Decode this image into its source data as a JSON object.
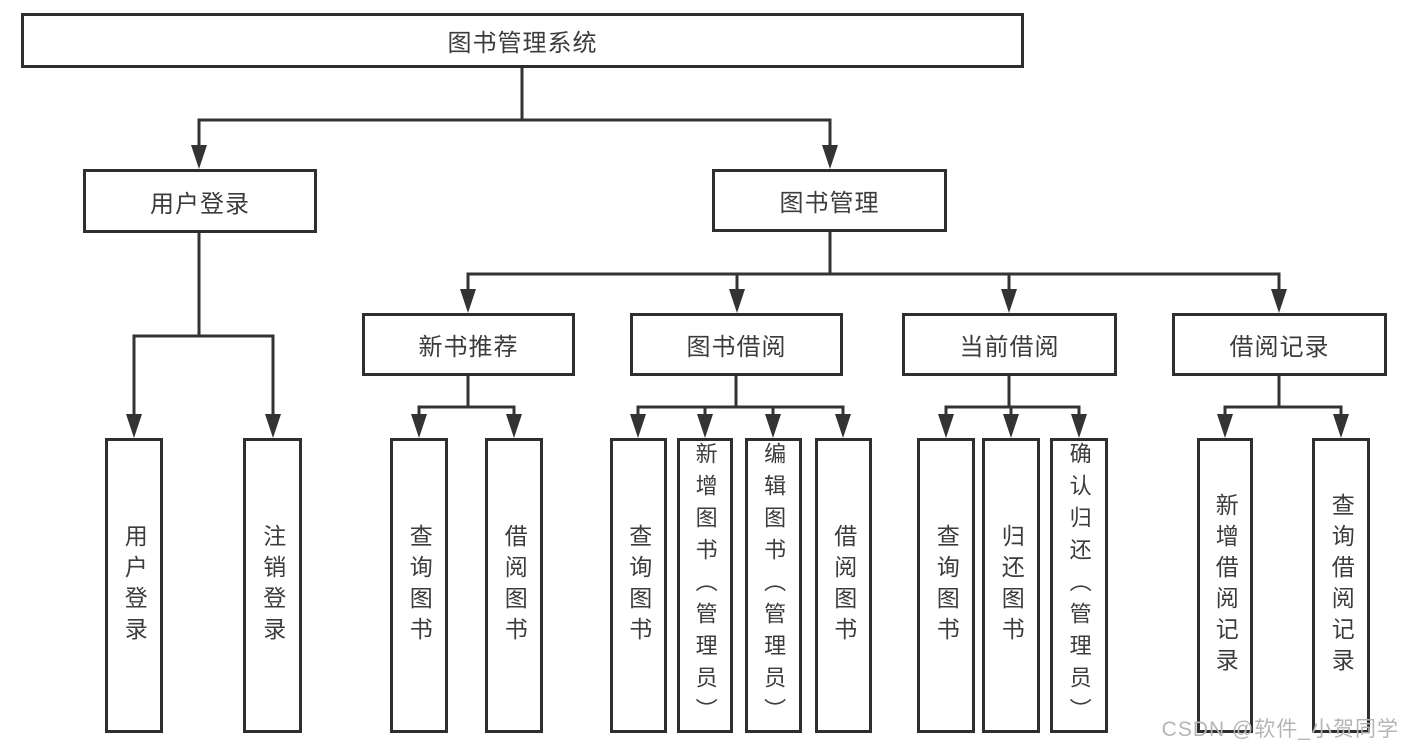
{
  "diagram": {
    "title": "图书管理系统",
    "root": {
      "label": "图书管理系统"
    },
    "level1": [
      {
        "label": "用户登录"
      },
      {
        "label": "图书管理"
      }
    ],
    "level2": [
      {
        "label": "新书推荐"
      },
      {
        "label": "图书借阅"
      },
      {
        "label": "当前借阅"
      },
      {
        "label": "借阅记录"
      }
    ],
    "leaves": {
      "user_login": [
        {
          "label": "用户登录"
        },
        {
          "label": "注销登录"
        }
      ],
      "new_book": [
        {
          "label": "查询图书"
        },
        {
          "label": "借阅图书"
        }
      ],
      "book_borrow": [
        {
          "label": "查询图书"
        },
        {
          "label": "新增图书（管理员）"
        },
        {
          "label": "编辑图书（管理员）"
        },
        {
          "label": "借阅图书"
        }
      ],
      "current_borrow": [
        {
          "label": "查询图书"
        },
        {
          "label": "归还图书"
        },
        {
          "label": "确认归还（管理员）"
        }
      ],
      "borrow_record": [
        {
          "label": "新增借阅记录"
        },
        {
          "label": "查询借阅记录"
        }
      ]
    }
  },
  "watermark": "CSDN @软件_小贺同学",
  "colors": {
    "line": "#333333",
    "box_border": "#2e2e2e",
    "text": "#3c3c3c",
    "watermark": "#b5b5b5",
    "background": "#ffffff"
  }
}
